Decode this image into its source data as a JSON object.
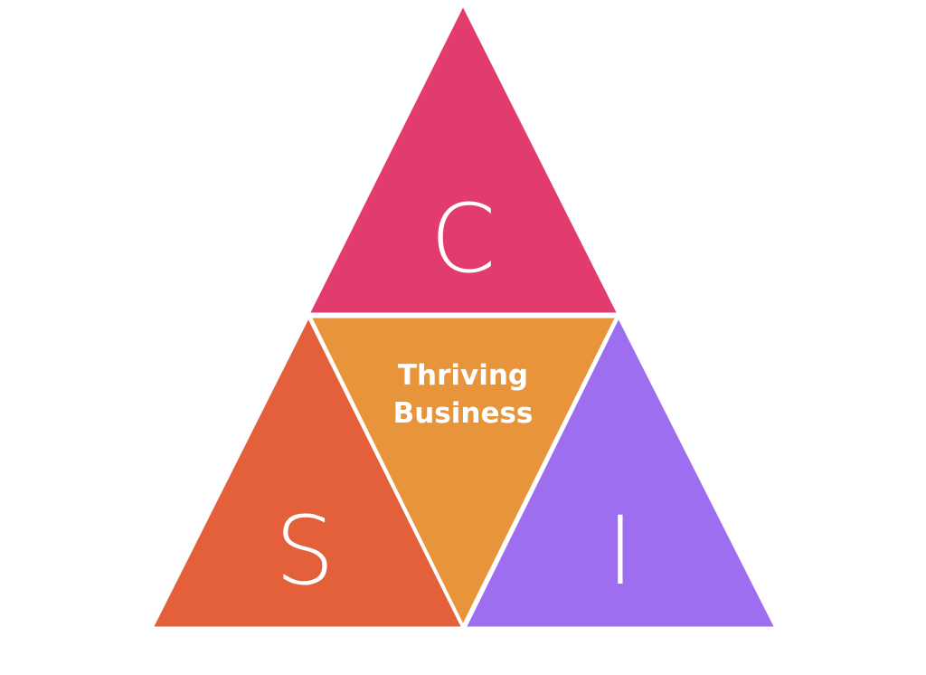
{
  "diagram": {
    "top": {
      "label": "C",
      "color": "#E23C6F"
    },
    "left": {
      "label": "S",
      "color": "#E3603B"
    },
    "right": {
      "label": "I",
      "color": "#9D6FF0"
    },
    "center": {
      "line1": "Thriving",
      "line2": "Business",
      "color": "#E8943B"
    }
  }
}
